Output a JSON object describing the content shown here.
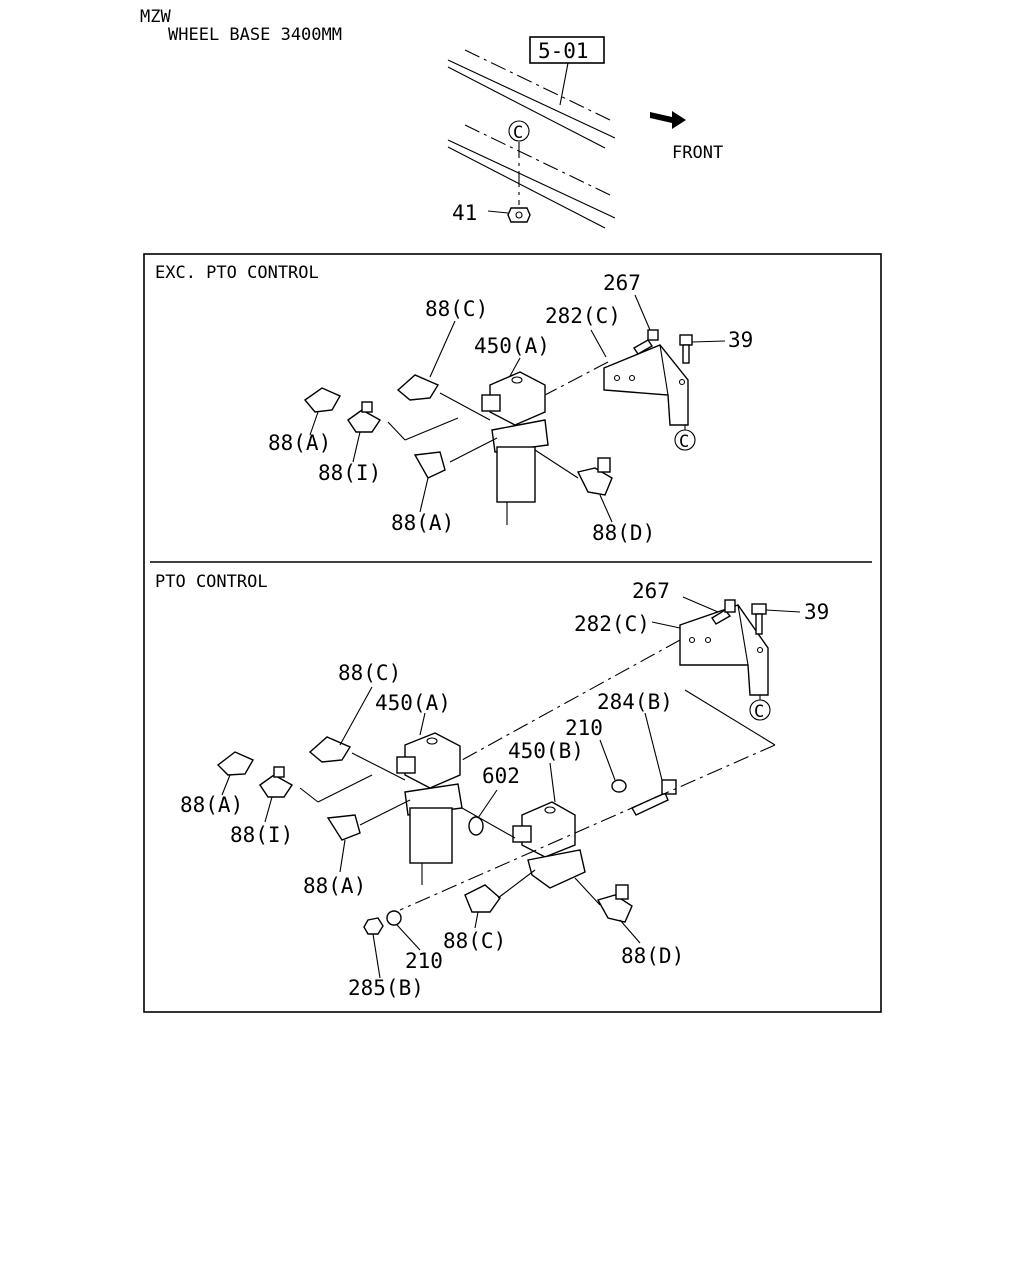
{
  "header": {
    "model": "MZW",
    "wheel_base": "WHEEL BASE 3400MM"
  },
  "top": {
    "ref_box": "5-01",
    "front_label": "FRONT",
    "c_mark": "C",
    "part_41": "41"
  },
  "section_exc": {
    "title": "EXC. PTO CONTROL",
    "labels": {
      "p267": "267",
      "p282c": "282(C)",
      "p39": "39",
      "p88c": "88(C)",
      "p450a": "450(A)",
      "p88a_1": "88(A)",
      "p88i": "88(I)",
      "p88a_2": "88(A)",
      "p88d": "88(D)",
      "c_mark": "C"
    }
  },
  "section_pto": {
    "title": "PTO CONTROL",
    "labels": {
      "p267": "267",
      "p282c": "282(C)",
      "p39": "39",
      "p88c_1": "88(C)",
      "p450a": "450(A)",
      "p284b": "284(B)",
      "p210_1": "210",
      "p450b": "450(B)",
      "p602": "602",
      "p88a_1": "88(A)",
      "p88i": "88(I)",
      "p88a_2": "88(A)",
      "p88c_2": "88(C)",
      "p210_2": "210",
      "p285b": "285(B)",
      "p88d": "88(D)",
      "c_mark": "C"
    }
  }
}
